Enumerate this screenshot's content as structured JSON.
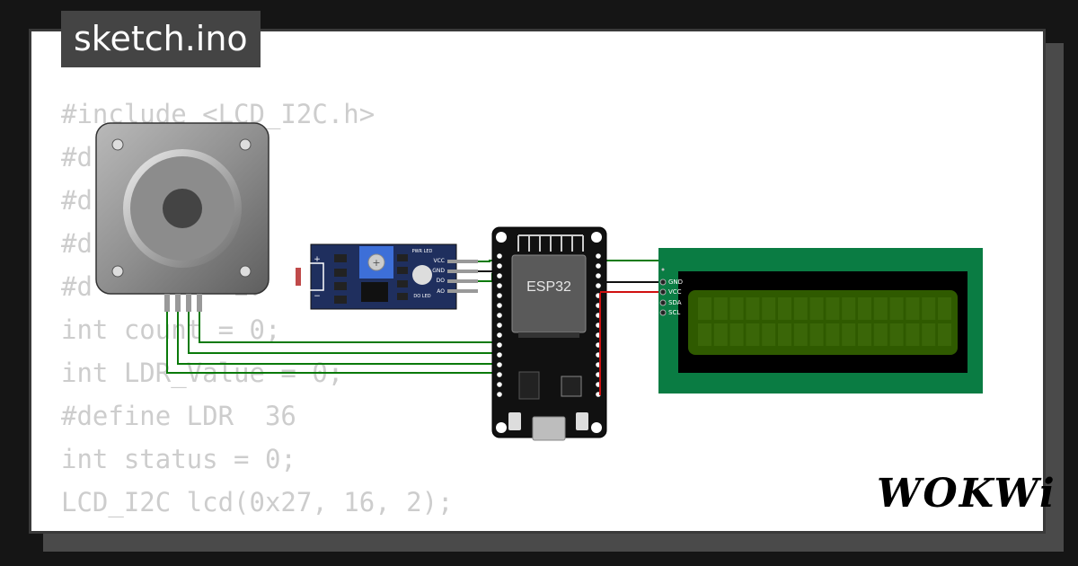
{
  "tab": {
    "label": "sketch.ino"
  },
  "code": {
    "lines": [
      "#include <LCD_I2C.h>",
      "#d         3",
      "#d         2",
      "#d         14",
      "#d         27",
      "int count = 0;",
      "int LDR_Value = 0;",
      "#define LDR  36",
      "int status = 0;",
      "LCD_I2C lcd(0x27, 16, 2);"
    ]
  },
  "esp32": {
    "label": "ESP32"
  },
  "ldr_module": {
    "pins": [
      "VCC",
      "GND",
      "DO",
      "AO"
    ],
    "leds": [
      "PWR LED",
      "DO LED"
    ],
    "signs": [
      "+",
      "−"
    ]
  },
  "lcd": {
    "pins": [
      "GND",
      "VCC",
      "SDA",
      "SCL"
    ]
  },
  "brand": {
    "logo": "WOKWi"
  },
  "colors": {
    "wire_green": "#0a7a0a",
    "wire_red": "#d01010",
    "wire_black": "#111111",
    "lcd_pcb": "#0a7c43",
    "lcd_screen": "#2f5a00"
  }
}
